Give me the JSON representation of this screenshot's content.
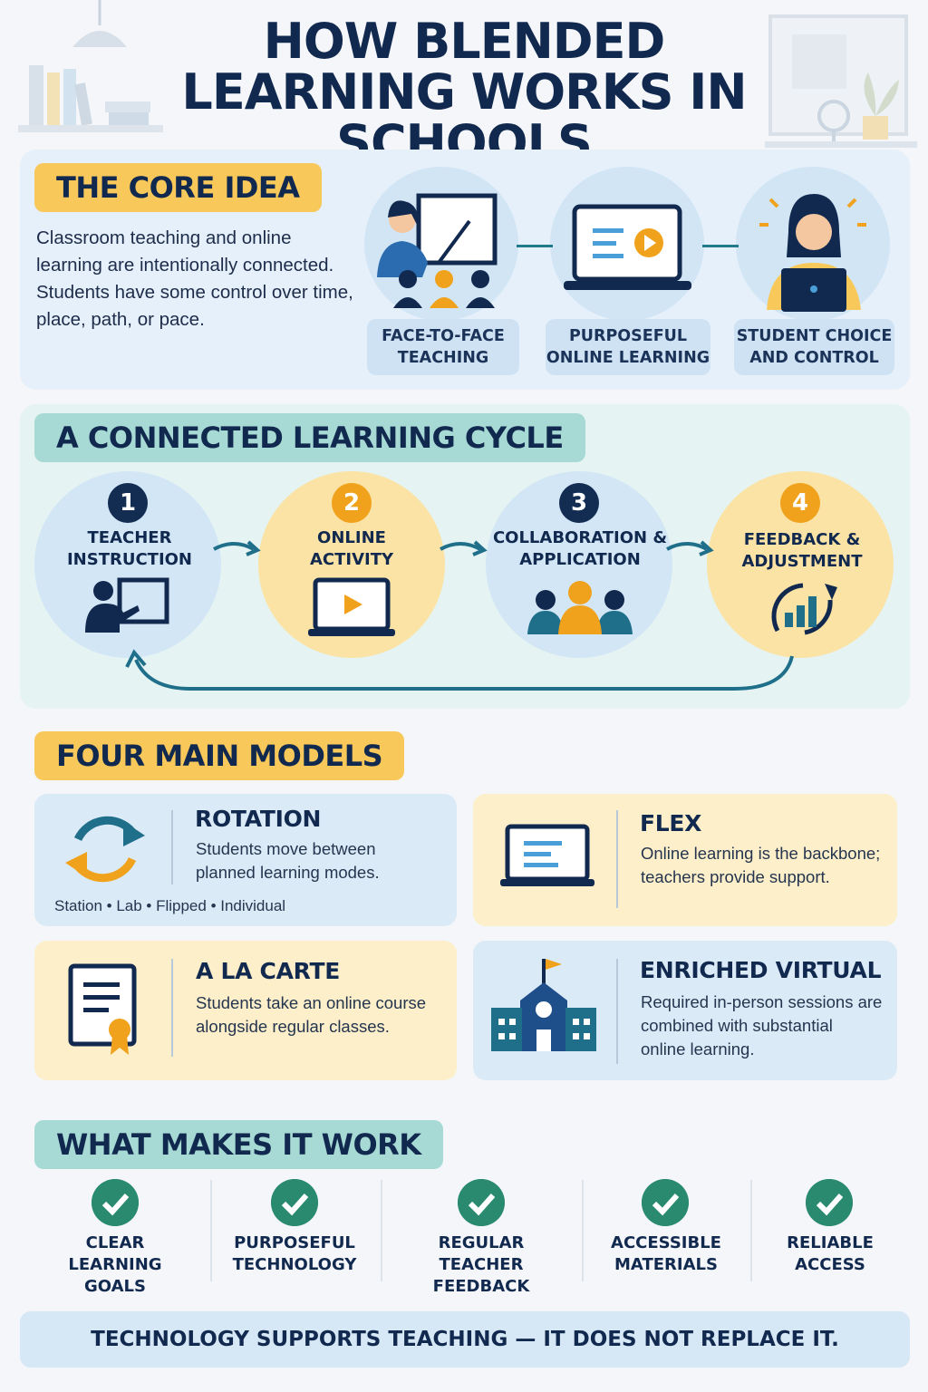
{
  "title": "HOW BLENDED LEARNING WORKS IN SCHOOLS",
  "core": {
    "label": "THE CORE IDEA",
    "text": "Classroom teaching and online learning are intentionally connected. Students have some control over time, place, path, or pace.",
    "items": [
      {
        "label_line1": "FACE-TO-FACE",
        "label_line2": "TEACHING",
        "icon": "teacher-whiteboard-icon"
      },
      {
        "label_line1": "PURPOSEFUL",
        "label_line2": "ONLINE LEARNING",
        "icon": "laptop-video-icon"
      },
      {
        "label_line1": "STUDENT CHOICE",
        "label_line2": "AND CONTROL",
        "icon": "student-laptop-icon"
      }
    ]
  },
  "cycle": {
    "label": "A CONNECTED LEARNING CYCLE",
    "steps": [
      {
        "num": "1",
        "line1": "TEACHER",
        "line2": "INSTRUCTION",
        "icon": "teacher-board-icon"
      },
      {
        "num": "2",
        "line1": "ONLINE",
        "line2": "ACTIVITY",
        "icon": "laptop-play-icon"
      },
      {
        "num": "3",
        "line1": "COLLABORATION &",
        "line2": "APPLICATION",
        "icon": "group-icon"
      },
      {
        "num": "4",
        "line1": "FEEDBACK &",
        "line2": "ADJUSTMENT",
        "icon": "growth-chart-icon"
      }
    ]
  },
  "models": {
    "label": "FOUR MAIN MODELS",
    "rotation": {
      "title": "ROTATION",
      "line1": "Students move between",
      "line2": "planned learning modes.",
      "sub": "Station • Lab • Flipped • Individual",
      "icon": "rotation-arrows-icon"
    },
    "flex": {
      "title": "FLEX",
      "line1": "Online learning is the backbone;",
      "line2": "teachers provide support.",
      "icon": "laptop-icon"
    },
    "alacarte": {
      "title": "A LA CARTE",
      "line1": "Students take an online course",
      "line2": "alongside regular classes.",
      "icon": "certificate-icon"
    },
    "enriched": {
      "title": "ENRICHED VIRTUAL",
      "line1": "Required in-person sessions are",
      "line2": "combined with substantial",
      "line3": "online learning.",
      "icon": "school-building-icon"
    }
  },
  "work": {
    "label": "WHAT MAKES IT WORK",
    "items": [
      {
        "line1": "CLEAR",
        "line2": "LEARNING GOALS"
      },
      {
        "line1": "PURPOSEFUL",
        "line2": "TECHNOLOGY"
      },
      {
        "line1": "REGULAR",
        "line2": "TEACHER FEEDBACK"
      },
      {
        "line1": "ACCESSIBLE",
        "line2": "MATERIALS"
      },
      {
        "line1": "RELIABLE",
        "line2": "ACCESS"
      }
    ]
  },
  "footer": "TECHNOLOGY SUPPORTS TEACHING — IT DOES NOT REPLACE IT.",
  "colors": {
    "navy": "#12294f",
    "yellow": "#f8c95a",
    "teal": "#a7dad4",
    "green": "#2a8a6f",
    "orange": "#f0a21c"
  }
}
